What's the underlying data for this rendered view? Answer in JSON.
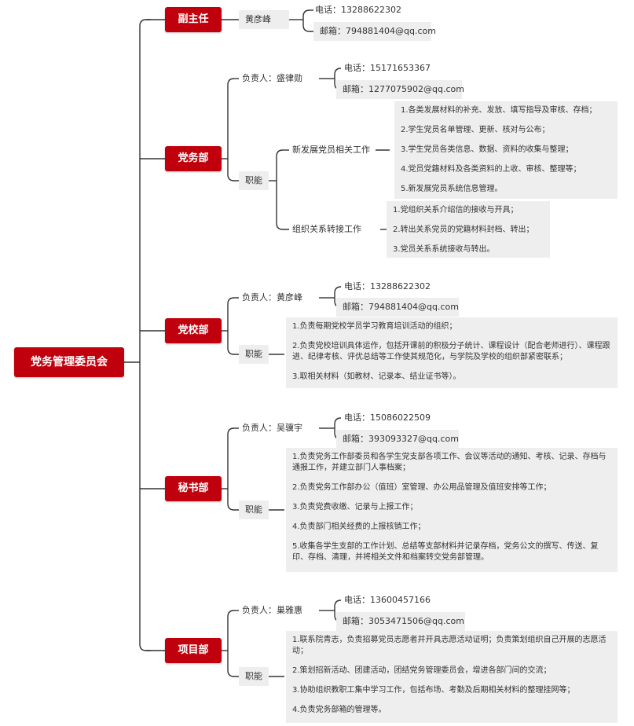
{
  "root": "党务管理委员会",
  "fuzhuren": {
    "title": "副主任",
    "name": "黄彦峰",
    "phone": "电话：13288622302",
    "email": "邮箱：794881404@qq.com"
  },
  "dangwu": {
    "title": "党务部",
    "leader_label": "负责人：盛律勋",
    "phone": "电话：15171653367",
    "email": "邮箱：1277075902@qq.com",
    "duty_label": "职能",
    "sub1_label": "新发展党员相关工作",
    "sub1_items": [
      "1.各类发展材料的补充、发放、填写指导及审核、存档；",
      "2.学生党员名单管理、更新、核对与公布；",
      "3.学生党员各类信息、数据、资料的收集与整理；",
      "4.党员党籍材料及各类资料的上收、审核、整理等；",
      "5.新发展党员系统信息管理。"
    ],
    "sub2_label": "组织关系转接工作",
    "sub2_items": [
      "1.党组织关系介绍信的接收与开具；",
      "2.转出关系党员的党籍材料封档、转出；",
      "3.党员关系系统接收与转出。"
    ]
  },
  "dangxiao": {
    "title": "党校部",
    "leader_label": "负责人：黄彦峰",
    "phone": "电话：13288622302",
    "email": "邮箱：794881404@qq.com",
    "duty_label": "职能",
    "items": [
      "1.负责每期党校学员学习教育培训活动的组织；",
      "2.负责党校培训具体运作，包括开课前的积极分子统计、课程设计（配合老师进行）、课程跟进、纪律考核、评优总结等工作使其规范化，与学院及学校的组织部紧密联系；",
      "3.取相关材料（如教材、记录本、结业证书等）。"
    ]
  },
  "mishu": {
    "title": "秘书部",
    "leader_label": "负责人：吴骥宇",
    "phone": "电话：15086022509",
    "email": "邮箱：393093327@qq.com",
    "duty_label": "职能",
    "items": [
      "1.负责党务工作部委员和各学生党支部各项工作、会议等活动的通知、考核、记录、存档与通报工作，并建立部门人事档案；",
      "2.负责党务工作部办公（值班）室管理、办公用品管理及值班安排等工作；",
      "3.负责党费收缴、记录与上报工作；",
      "4.负责部门相关经费的上报核销工作；",
      "5.收集各学生支部的工作计划、总结等支部材料并记录存档，党务公文的撰写、传送、复印、存档、清理，并将相关文件和档案转交党务部管理。"
    ]
  },
  "xiangmu": {
    "title": "项目部",
    "leader_label": "负责人：巢雅惠",
    "phone": "电话：13600457166",
    "email": "邮箱：3053471506@qq.com",
    "duty_label": "职能",
    "items": [
      "1.联系院青志，负责招募党员志愿者并开具志愿活动证明；负责策划组织自己开展的志愿活动；",
      "2.策划招新活动、团建活动，团结党务管理委员会，增进各部门间的交流；",
      "3.协助组织教职工集中学习工作，包括布场、考勤及后期相关材料的整理挂网等；",
      "4.负责党务部箱的管理等。"
    ]
  }
}
